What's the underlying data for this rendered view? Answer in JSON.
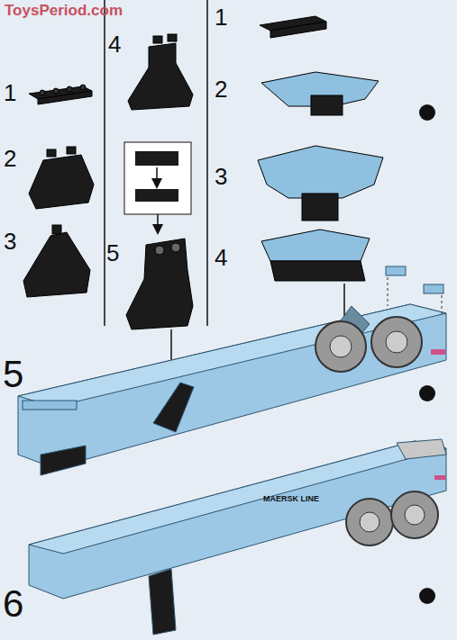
{
  "diagram": {
    "labels": [
      "ToysPeriod.com",
      "1",
      "2",
      "3",
      "4",
      "5",
      "1",
      "2",
      "3",
      "4",
      "5",
      "MAERSK LINE",
      "6"
    ]
  }
}
